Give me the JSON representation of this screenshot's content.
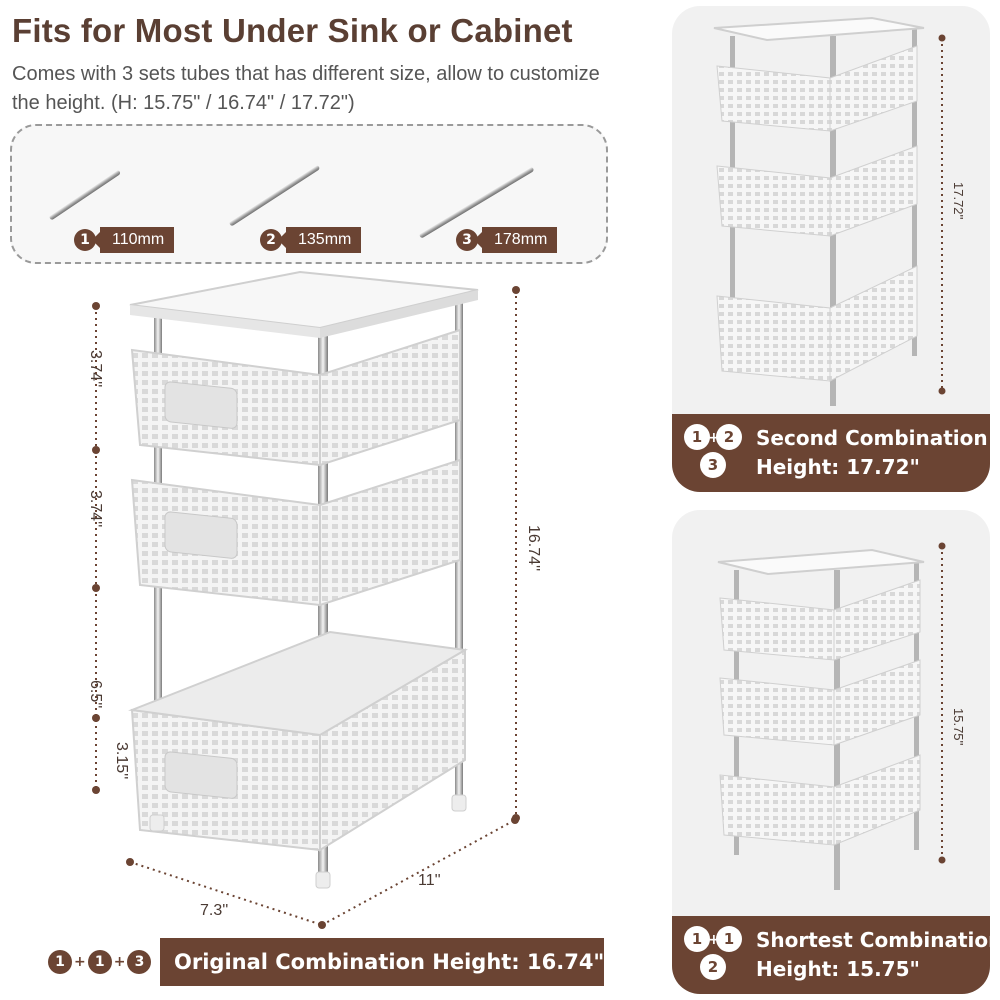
{
  "header": {
    "title": "Fits for Most Under Sink or Cabinet",
    "subtitle": "Comes with 3 sets tubes that has different size, allow to customize the height. (H: 15.75\" / 16.74\" / 17.72\")"
  },
  "tubes": [
    {
      "num": "1",
      "label": "110mm"
    },
    {
      "num": "2",
      "label": "135mm"
    },
    {
      "num": "3",
      "label": "178mm"
    }
  ],
  "main_rack": {
    "dims": {
      "tier1": "3.74''",
      "tier2": "3.74''",
      "tier3": "6.5''",
      "basket_bottom": "3.15''",
      "total_height": "16.74''",
      "width": "7.3''",
      "depth": "11''"
    },
    "combo": [
      "1",
      "1",
      "3"
    ],
    "combo_text": "Original Combination Height: 16.74\""
  },
  "panels": [
    {
      "combo": [
        "1",
        "2",
        "3"
      ],
      "line1": "Second Combination",
      "line2": "Height: 17.72\"",
      "height_label": "17.72''"
    },
    {
      "combo": [
        "1",
        "1",
        "2"
      ],
      "line1": "Shortest Combination",
      "line2": "Height: 15.75\"",
      "height_label": "15.75''"
    }
  ],
  "colors": {
    "brand_brown": "#6b4433",
    "panel_bg": "#f1f1f1"
  }
}
